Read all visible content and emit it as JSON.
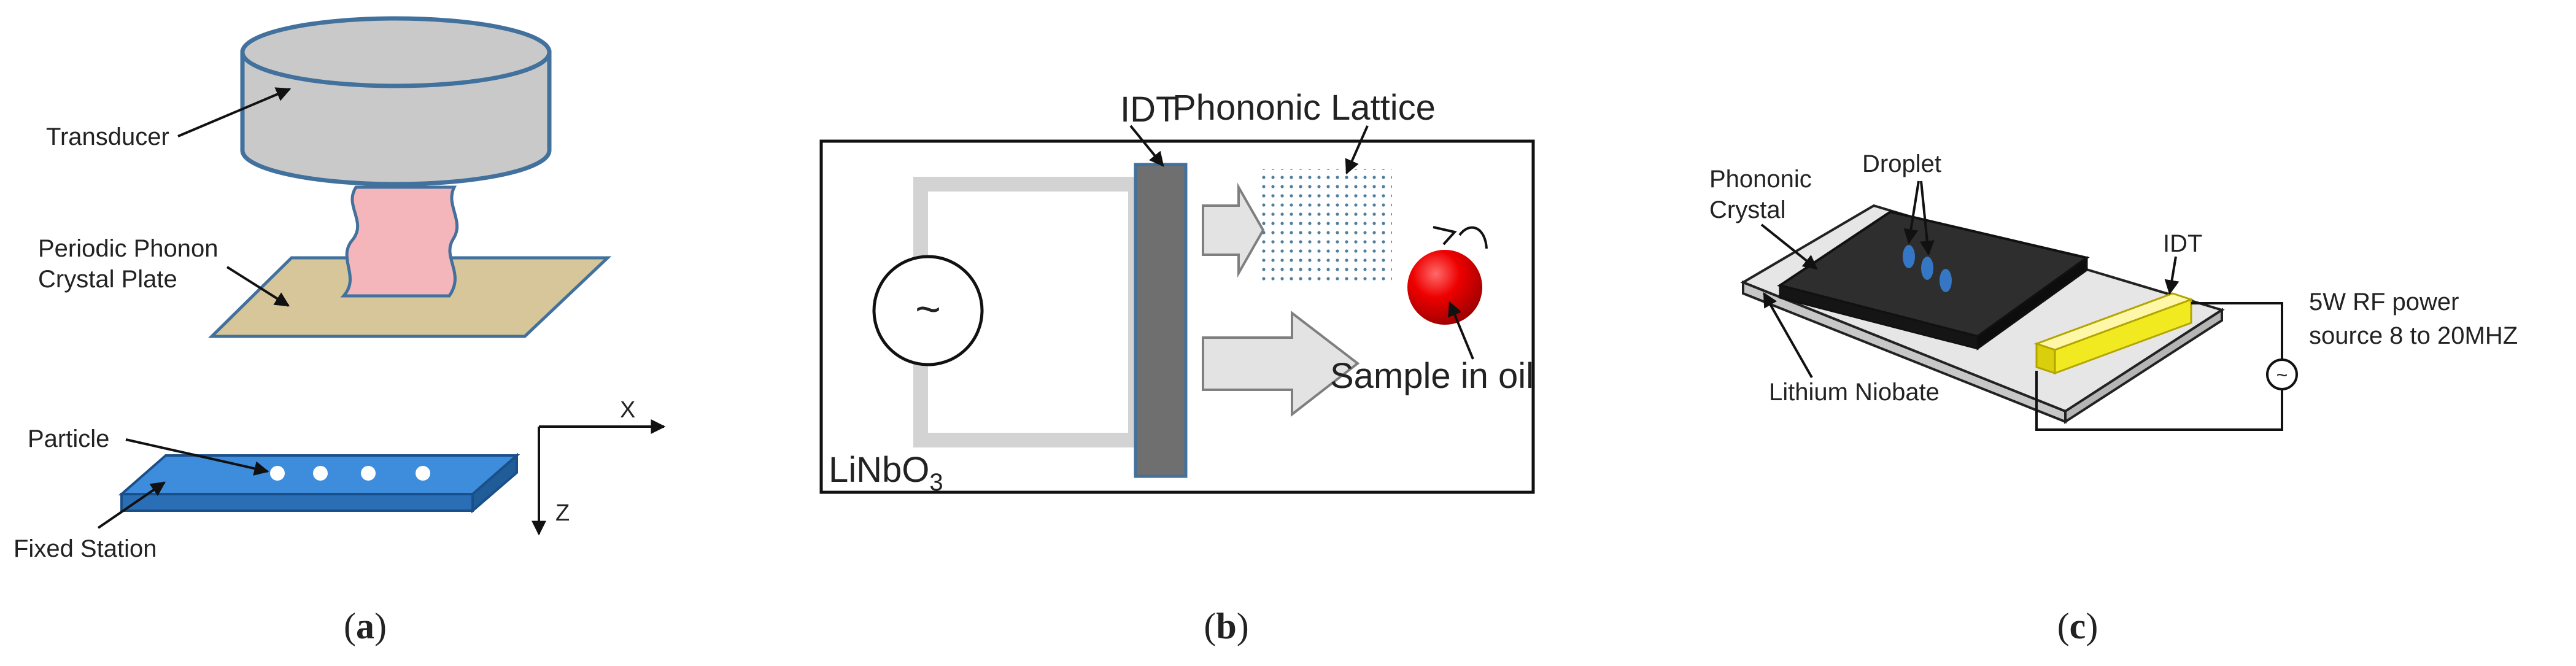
{
  "panel_a": {
    "labels": {
      "transducer": "Transducer",
      "plate_line1": "Periodic Phonon",
      "plate_line2": "Crystal Plate",
      "particle": "Particle",
      "fixed_station": "Fixed Station",
      "axis_x": "X",
      "axis_z": "Z"
    },
    "caption": {
      "open": "(",
      "letter": "a",
      "close": ")"
    },
    "colors": {
      "transducer": "#c9c9c9",
      "outline": "#41719c",
      "plate": "#d6c69a",
      "horn": "#f4b6bb",
      "station": "#2f82d3"
    }
  },
  "panel_b": {
    "labels": {
      "idt": "IDT",
      "lattice": "Phononic Lattice",
      "source_symbol": "~",
      "substrate_main": "LiNbO",
      "substrate_sub": "3",
      "sample": "Sample in oil"
    },
    "caption": {
      "open": "(",
      "letter": "b",
      "close": ")"
    },
    "colors": {
      "idt": "#6f6f6f",
      "lattice": "#4f7f9f",
      "sample": "#e00000",
      "arrow": "#e3e3e3"
    }
  },
  "panel_c": {
    "labels": {
      "crystal_line1": "Phononic",
      "crystal_line2": "Crystal",
      "droplet": "Droplet",
      "idt": "IDT",
      "power_line1": "5W RF power",
      "power_line2": "source 8 to 20MHZ",
      "substrate": "Lithium Niobate",
      "source_symbol": "~"
    },
    "caption": {
      "open": "(",
      "letter": "c",
      "close": ")"
    },
    "colors": {
      "substrate": "#e6e6e6",
      "crystal": "#222222",
      "droplet": "#2f6fb0",
      "idt": "#f2ea21"
    }
  }
}
